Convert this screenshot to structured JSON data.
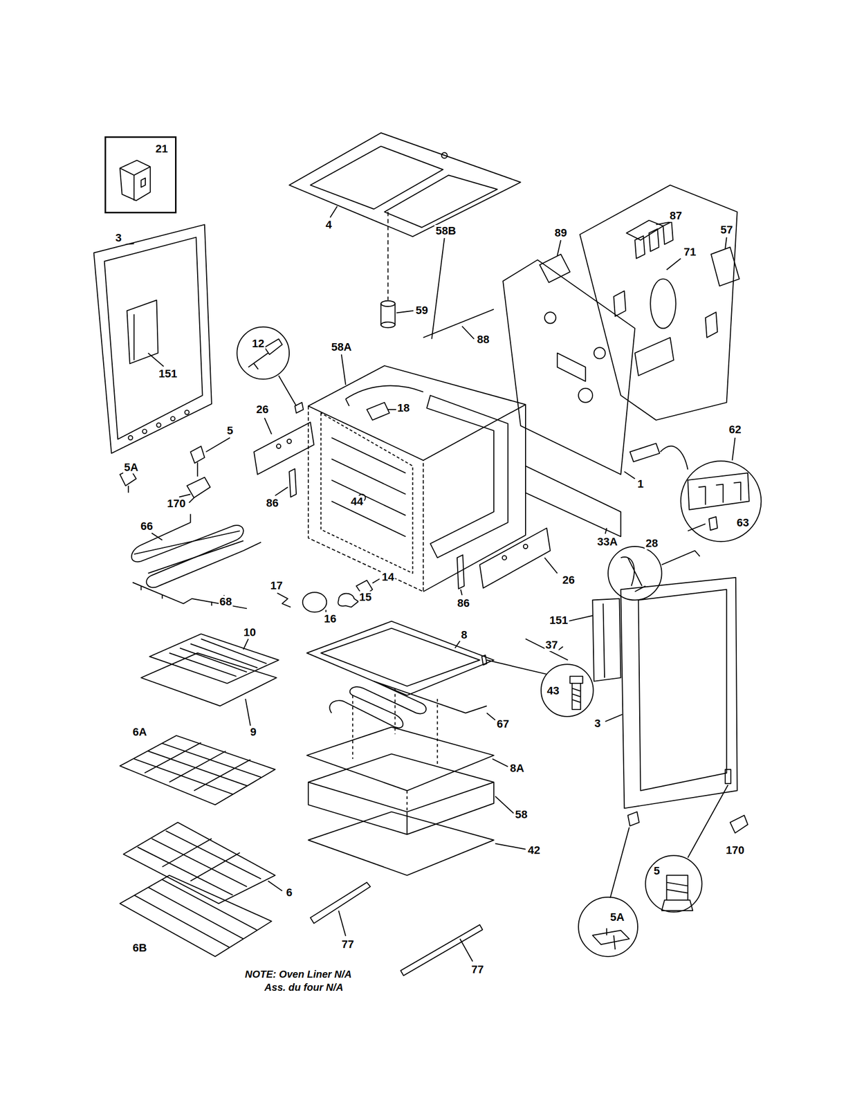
{
  "diagram": {
    "nodes": [
      {
        "text": [
          "21"
        ]
      }
    ],
    "labels": [
      "3",
      "4",
      "87",
      "57",
      "89",
      "58B",
      "71",
      "59",
      "88",
      "12",
      "58A",
      "151",
      "26",
      "18",
      "5",
      "62",
      "5A",
      "1",
      "170",
      "86",
      "44",
      "63",
      "66",
      "33A",
      "28",
      "14",
      "26",
      "17",
      "15",
      "68",
      "86",
      "16",
      "151",
      "10",
      "8",
      "37",
      "43",
      "3",
      "67",
      "6A",
      "9",
      "8A",
      "58",
      "42",
      "170",
      "5",
      "6",
      "5A",
      "6B",
      "77",
      "77",
      "NOTE: Oven Liner N/A",
      "Ass. du four N/A"
    ]
  }
}
